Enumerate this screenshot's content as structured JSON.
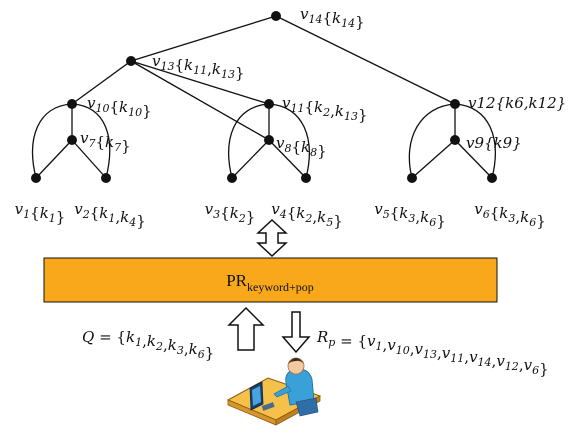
{
  "nodes": {
    "v14": {
      "name": "v",
      "sub": "14",
      "keys": [
        {
          "k": "k",
          "s": "14"
        }
      ]
    },
    "v13": {
      "name": "v",
      "sub": "13",
      "keys": [
        {
          "k": "k",
          "s": "11"
        },
        {
          "k": "k",
          "s": "13"
        }
      ]
    },
    "v10": {
      "name": "v",
      "sub": "10",
      "keys": [
        {
          "k": "k",
          "s": "10"
        }
      ]
    },
    "v7": {
      "name": "v",
      "sub": "7",
      "keys": [
        {
          "k": "k",
          "s": "7"
        }
      ]
    },
    "v11": {
      "name": "v",
      "sub": "11",
      "keys": [
        {
          "k": "k",
          "s": "2"
        },
        {
          "k": "k",
          "s": "13"
        }
      ]
    },
    "v8": {
      "name": "v",
      "sub": "8",
      "keys": [
        {
          "k": "k",
          "s": "8"
        }
      ]
    },
    "v12": {
      "text": "v12{k6,k12}"
    },
    "v9": {
      "text": "v9{k9}"
    },
    "v1": {
      "name": "v",
      "sub": "1",
      "keys": [
        {
          "k": "k",
          "s": "1"
        }
      ]
    },
    "v2": {
      "name": "v",
      "sub": "2",
      "keys": [
        {
          "k": "k",
          "s": "1"
        },
        {
          "k": "k",
          "s": "4"
        }
      ]
    },
    "v3": {
      "name": "v",
      "sub": "3",
      "keys": [
        {
          "k": "k",
          "s": "2"
        }
      ]
    },
    "v4": {
      "name": "v",
      "sub": "4",
      "keys": [
        {
          "k": "k",
          "s": "2"
        },
        {
          "k": "k",
          "s": "5"
        }
      ]
    },
    "v5": {
      "name": "v",
      "sub": "5",
      "keys": [
        {
          "k": "k",
          "s": "3"
        },
        {
          "k": "k",
          "s": "6"
        }
      ]
    },
    "v6": {
      "name": "v",
      "sub": "6",
      "keys": [
        {
          "k": "k",
          "s": "3"
        },
        {
          "k": "k",
          "s": "6"
        }
      ]
    }
  },
  "edges": [
    [
      "v14",
      "v13"
    ],
    [
      "v14",
      "v12"
    ],
    [
      "v13",
      "v10"
    ],
    [
      "v13",
      "v11"
    ],
    [
      "v13",
      "v8"
    ],
    [
      "v10",
      "v7"
    ],
    [
      "v11",
      "v8"
    ],
    [
      "v12",
      "v9"
    ],
    [
      "v7",
      "v1"
    ],
    [
      "v7",
      "v2"
    ],
    [
      "v8",
      "v3"
    ],
    [
      "v8",
      "v4"
    ],
    [
      "v9",
      "v5"
    ],
    [
      "v9",
      "v6"
    ]
  ],
  "curves": [
    [
      "v10",
      "v1"
    ],
    [
      "v10",
      "v2"
    ],
    [
      "v11",
      "v3"
    ],
    [
      "v11",
      "v4"
    ],
    [
      "v12",
      "v5"
    ],
    [
      "v12",
      "v6"
    ]
  ],
  "pr_box": {
    "main": "PR",
    "sub": "keyword+pop",
    "fill": "#f9a81b"
  },
  "query": {
    "lhs": "Q",
    "eq": " = {",
    "keys": [
      {
        "k": "k",
        "s": "1"
      },
      {
        "k": "k",
        "s": "2"
      },
      {
        "k": "k",
        "s": "3"
      },
      {
        "k": "k",
        "s": "6"
      }
    ],
    "close": "}"
  },
  "result": {
    "lhs": "R",
    "lhs_sub": "p",
    "eq": " = {",
    "items": [
      {
        "k": "v",
        "s": "1"
      },
      {
        "k": "v",
        "s": "10"
      },
      {
        "k": "v",
        "s": "13"
      },
      {
        "k": "v",
        "s": "11"
      },
      {
        "k": "v",
        "s": "14"
      },
      {
        "k": "v",
        "s": "12"
      },
      {
        "k": "v",
        "s": "6"
      }
    ],
    "close": "}"
  },
  "user_icon": "user-at-computer-icon"
}
